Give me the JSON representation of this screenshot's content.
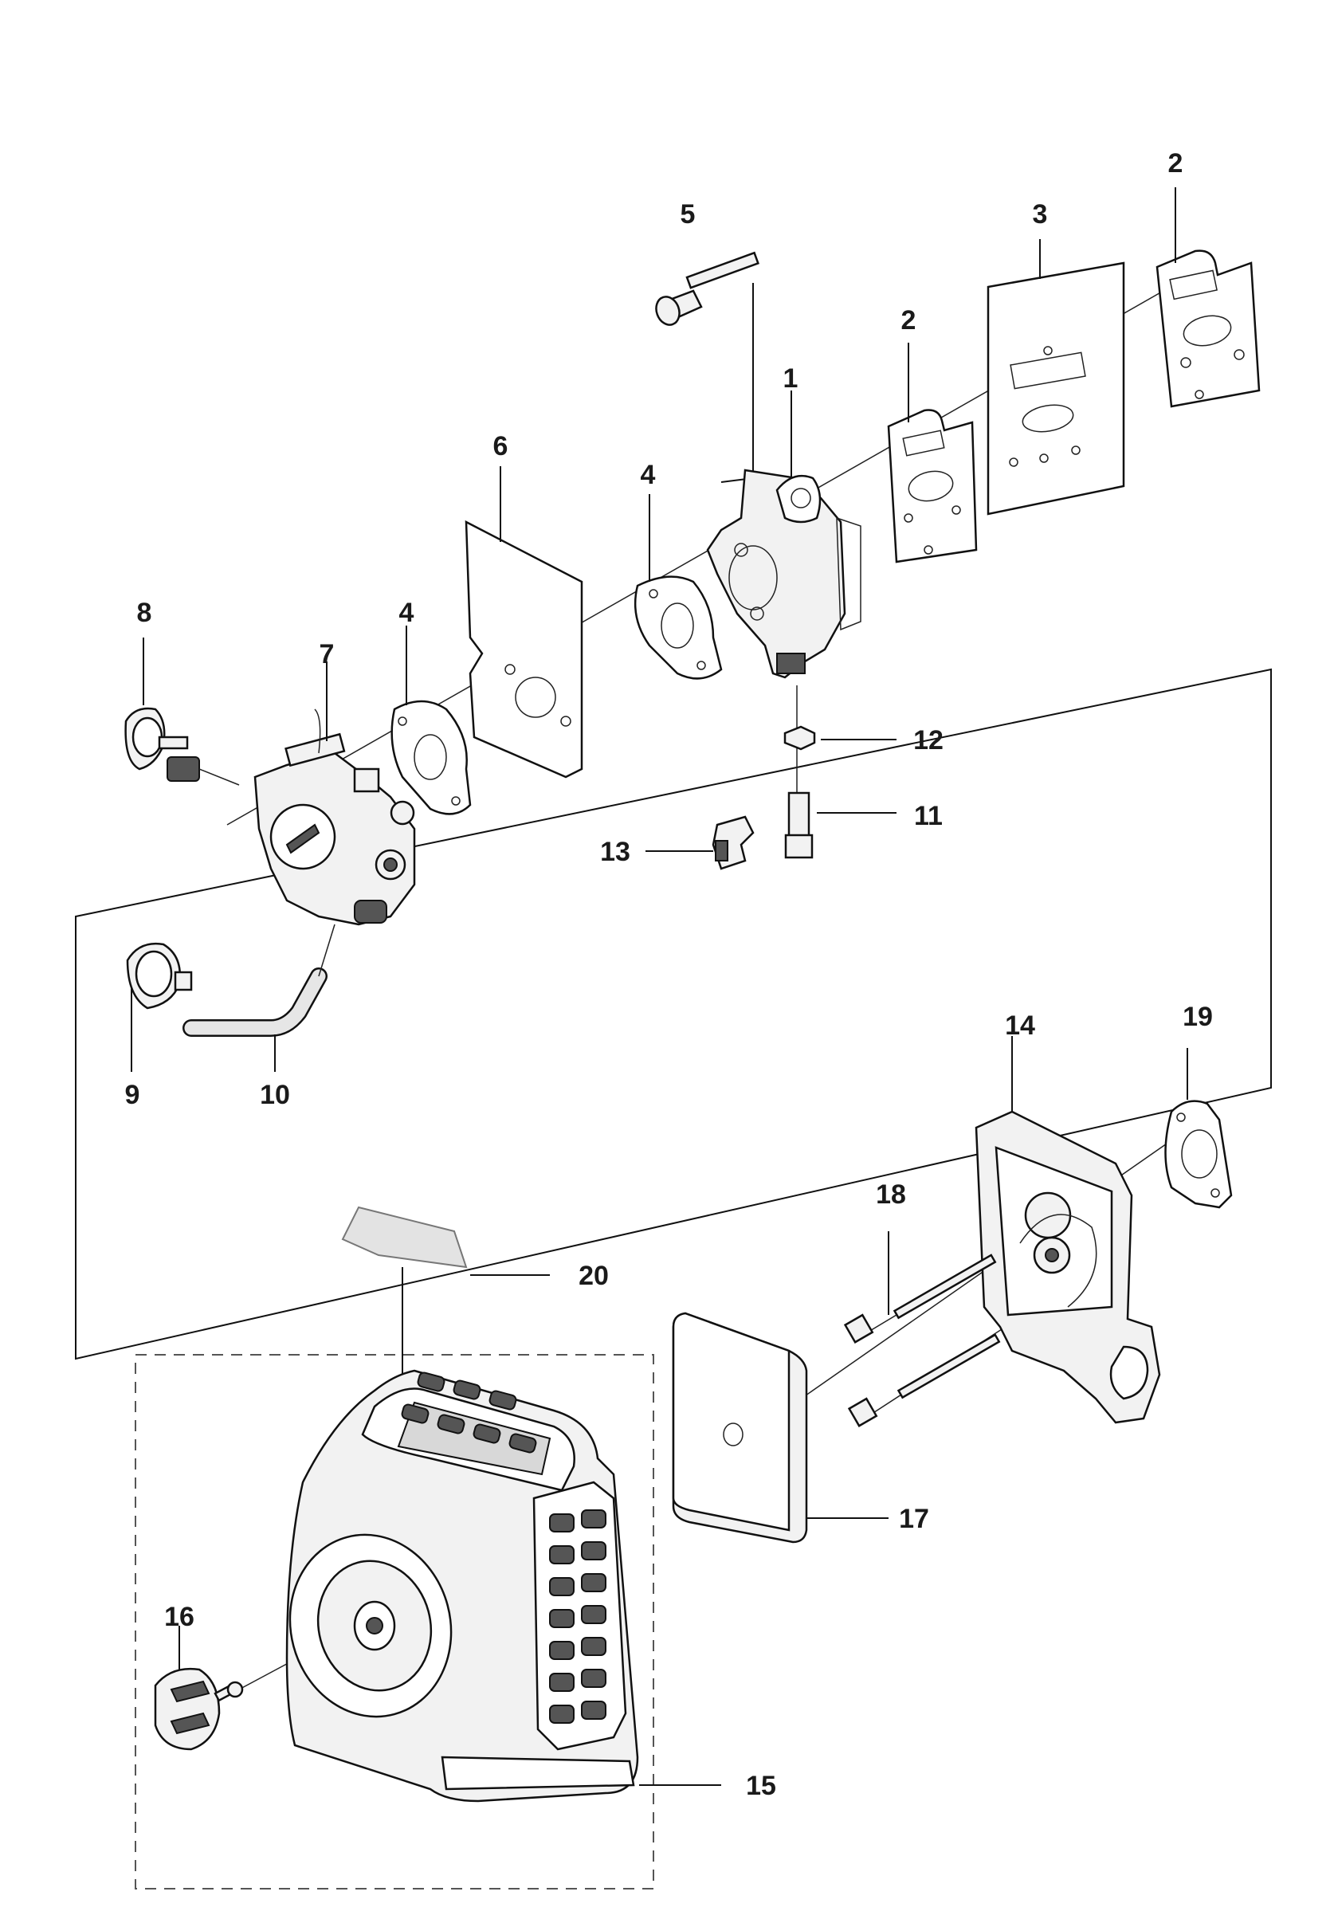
{
  "callouts": [
    {
      "id": "c1",
      "text": "1"
    },
    {
      "id": "c2a",
      "text": "2"
    },
    {
      "id": "c2b",
      "text": "2"
    },
    {
      "id": "c3",
      "text": "3"
    },
    {
      "id": "c4a",
      "text": "4"
    },
    {
      "id": "c4b",
      "text": "4"
    },
    {
      "id": "c5",
      "text": "5"
    },
    {
      "id": "c6",
      "text": "6"
    },
    {
      "id": "c7",
      "text": "7"
    },
    {
      "id": "c8",
      "text": "8"
    },
    {
      "id": "c9",
      "text": "9"
    },
    {
      "id": "c10",
      "text": "10"
    },
    {
      "id": "c11",
      "text": "11"
    },
    {
      "id": "c12",
      "text": "12"
    },
    {
      "id": "c13",
      "text": "13"
    },
    {
      "id": "c14",
      "text": "14"
    },
    {
      "id": "c15",
      "text": "15"
    },
    {
      "id": "c16",
      "text": "16"
    },
    {
      "id": "c17",
      "text": "17"
    },
    {
      "id": "c18",
      "text": "18"
    },
    {
      "id": "c19",
      "text": "19"
    },
    {
      "id": "c20",
      "text": "20"
    }
  ]
}
